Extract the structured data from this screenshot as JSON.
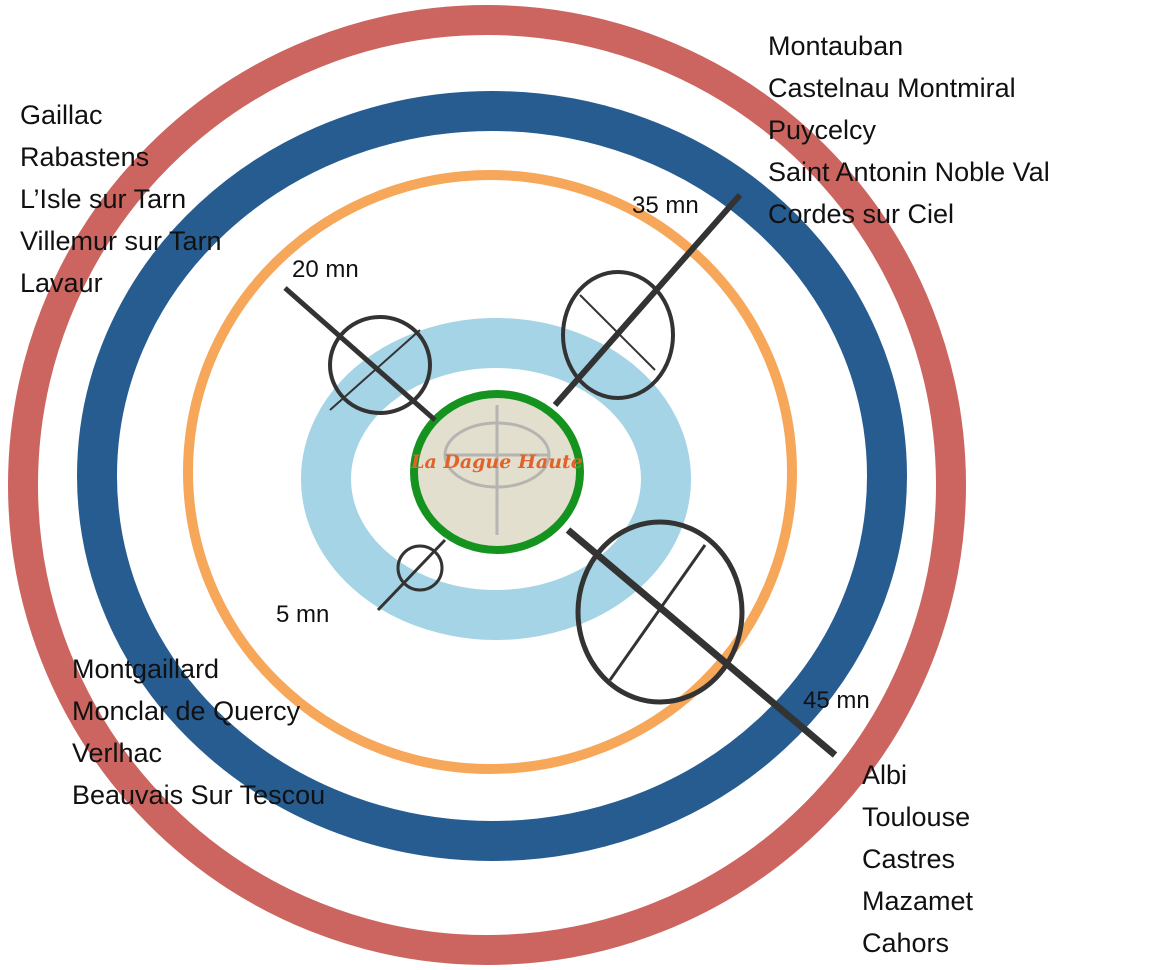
{
  "logo_text": "La Dague Haute",
  "colors": {
    "outer_ring": "#cc655f",
    "blue_ring": "#275c91",
    "orange_ring": "#f6a75a",
    "light_blue_ring": "#a5d4e6",
    "center_border": "#14941f",
    "center_fill": "#e3dfcf"
  },
  "time_labels": {
    "t5": "5 mn",
    "t20": "20 mn",
    "t35": "35 mn",
    "t45": "45 mn"
  },
  "groups": {
    "northwest": [
      "Gaillac",
      "Rabastens",
      "L’Isle sur Tarn",
      "Villemur sur Tarn",
      "Lavaur"
    ],
    "northeast": [
      "Montauban",
      "Castelnau Montmiral",
      "Puycelcy",
      "Saint Antonin Noble Val",
      "Cordes sur Ciel"
    ],
    "southwest": [
      "Montgaillard",
      "Monclar de Quercy",
      "Verlhac",
      "Beauvais Sur Tescou"
    ],
    "southeast": [
      "Albi",
      "Toulouse",
      "Castres",
      "Mazamet",
      "Cahors"
    ]
  }
}
